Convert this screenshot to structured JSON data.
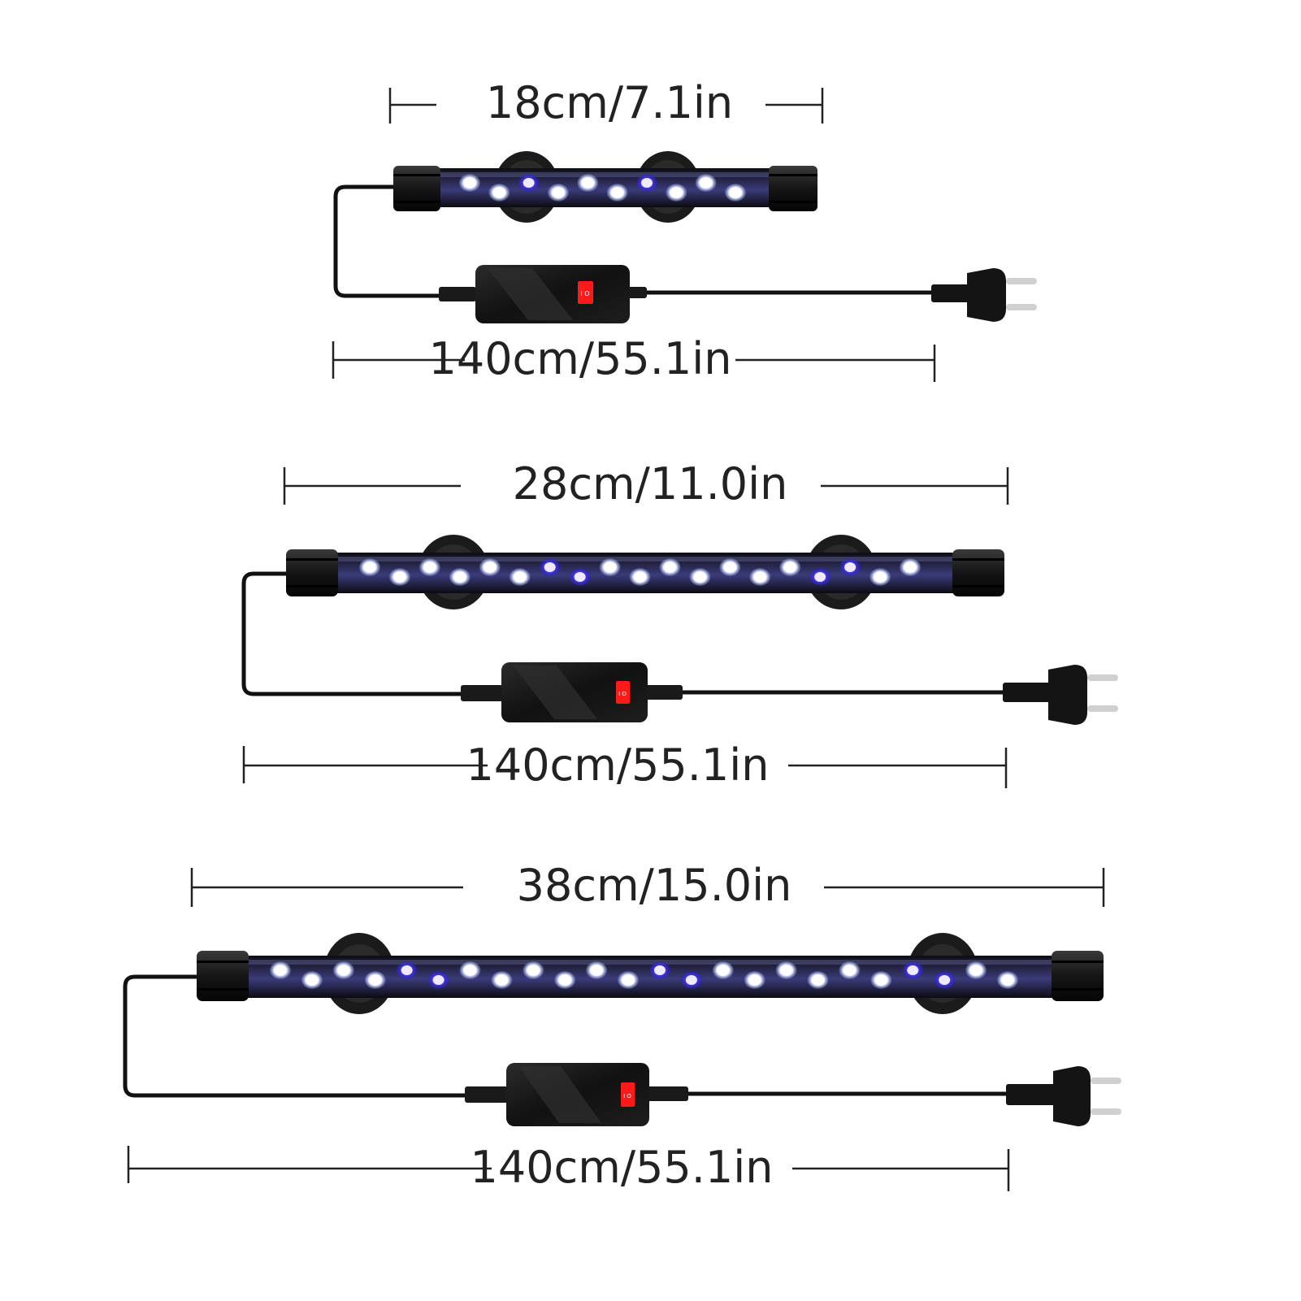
{
  "colors": {
    "background": "#ffffff",
    "cap": "#1a1a1a",
    "tube": "#1c1c30",
    "led_white": "#ffffff",
    "led_blue": "#3a2cff",
    "cable": "#111111",
    "switch_body": "#1b1b1b",
    "rocker": "#ff1a1a",
    "dimension_line": "#222222"
  },
  "lights": [
    {
      "bar_label": "18cm/7.1in",
      "cable_label": "140cm/55.1in",
      "led_pattern": [
        "w",
        "w",
        "b",
        "w",
        "w",
        "w",
        "b",
        "w",
        "w",
        "w"
      ],
      "icons": [
        "led-light-bar-icon",
        "suction-cup-icon",
        "inline-switch-icon",
        "eu-plug-icon"
      ]
    },
    {
      "bar_label": "28cm/11.0in",
      "cable_label": "140cm/55.1in",
      "led_pattern": [
        "w",
        "w",
        "w",
        "w",
        "w",
        "w",
        "b",
        "b",
        "w",
        "w",
        "w",
        "w",
        "w",
        "w",
        "w",
        "b",
        "b",
        "w",
        "w"
      ],
      "icons": [
        "led-light-bar-icon",
        "suction-cup-icon",
        "inline-switch-icon",
        "eu-plug-icon"
      ]
    },
    {
      "bar_label": "38cm/15.0in",
      "cable_label": "140cm/55.1in",
      "led_pattern": [
        "w",
        "w",
        "w",
        "w",
        "b",
        "b",
        "w",
        "w",
        "w",
        "w",
        "w",
        "w",
        "b",
        "b",
        "w",
        "w",
        "w",
        "w",
        "w",
        "w",
        "b",
        "b",
        "w",
        "w"
      ],
      "icons": [
        "led-light-bar-icon",
        "suction-cup-icon",
        "inline-switch-icon",
        "eu-plug-icon"
      ]
    }
  ]
}
